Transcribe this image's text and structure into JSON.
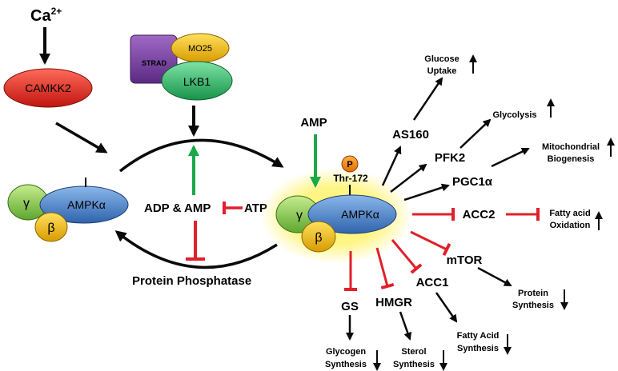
{
  "inputs": {
    "calcium": "Ca",
    "calcium_charge": "2+",
    "camkk2": "CAMKK2",
    "strad": "STRAD",
    "mo25": "MO25",
    "lkb1": "LKB1",
    "amp": "AMP"
  },
  "inactive_complex": {
    "alpha": "AMPKα",
    "gamma": "γ",
    "beta": "β"
  },
  "active_complex": {
    "alpha": "AMPKα",
    "gamma": "γ",
    "beta": "β",
    "phospho": "P",
    "site": "Thr-172"
  },
  "cycle": {
    "adp_amp": "ADP & AMP",
    "atp": "ATP",
    "phosphatase": "Protein Phosphatase"
  },
  "activated_targets": {
    "as160": "AS160",
    "pfk2": "PFK2",
    "pgc1a": "PGC1α"
  },
  "inhibited_targets": {
    "acc2": "ACC2",
    "mtor": "mTOR",
    "acc1": "ACC1",
    "hmgr": "HMGR",
    "gs": "GS"
  },
  "outcomes": {
    "glucose_uptake_1": "Glucose",
    "glucose_uptake_2": "Uptake",
    "glycolysis": "Glycolysis",
    "mito_1": "Mitochondrial",
    "mito_2": "Biogenesis",
    "fao_1": "Fatty acid",
    "fao_2": "Oxidation",
    "protein_1": "Protein",
    "protein_2": "Synthesis",
    "fas_1": "Fatty Acid",
    "fas_2": "Synthesis",
    "sterol_1": "Sterol",
    "sterol_2": "Synthesis",
    "glycogen_1": "Glycogen",
    "glycogen_2": "Synthesis"
  },
  "colors": {
    "activation_arrow": "#0a0a0a",
    "amp_arrow": "#1aa84a",
    "inhibition": "#e0202a",
    "camkk2": "#e8291f",
    "strad": "#7a3fa0",
    "mo25": "#f2c20c",
    "lkb1": "#2dba6a",
    "alpha": "#4c86cf",
    "gamma": "#8fcf52",
    "beta": "#f2c20c",
    "glow": "#fff36a"
  }
}
